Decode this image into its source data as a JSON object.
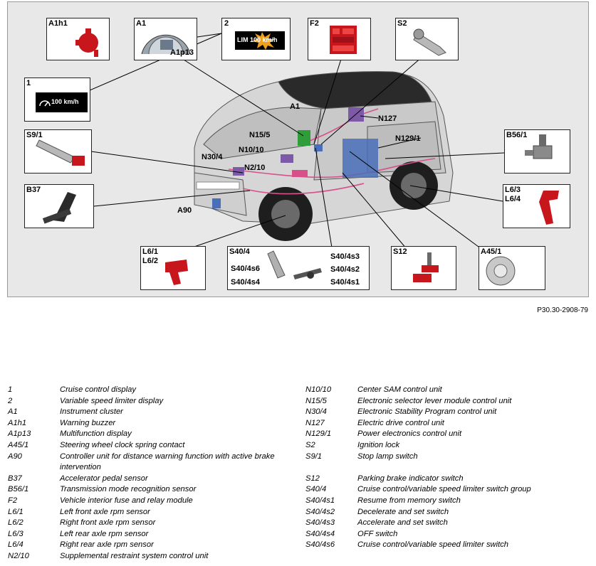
{
  "figure_ref": "P30.30-2908-79",
  "callouts": {
    "A1h1": "A1h1",
    "A1": "A1",
    "A1p13": "A1p13",
    "c2": "2",
    "F2": "F2",
    "S2": "S2",
    "c1": "1",
    "S9_1": "S9/1",
    "B37": "B37",
    "B56_1": "B56/1",
    "L6_3_4": "L6/3\nL6/4",
    "A1_car": "A1",
    "N127": "N127",
    "N15_5": "N15/5",
    "N129_1": "N129/1",
    "N10_10": "N10/10",
    "N30_4": "N30/4",
    "N2_10": "N2/10",
    "A90": "A90",
    "L6_1_2": "L6/1\nL6/2",
    "S40_4": "S40/4",
    "S40_4s6": "S40/4s6",
    "S40_4s4": "S40/4s4",
    "S40_4s3": "S40/4s3",
    "S40_4s2": "S40/4s2",
    "S40_4s1": "S40/4s1",
    "S12": "S12",
    "A45_1": "A45/1"
  },
  "display_texts": {
    "speed_limit": "LIM 100 km/h",
    "cruise": "100 km/h"
  },
  "legend_left": [
    {
      "key": "1",
      "value": "Cruise control display"
    },
    {
      "key": "2",
      "value": "Variable speed limiter display"
    },
    {
      "key": "A1",
      "value": "Instrument cluster"
    },
    {
      "key": "A1h1",
      "value": "Warning buzzer"
    },
    {
      "key": "A1p13",
      "value": "Multifunction display"
    },
    {
      "key": "A45/1",
      "value": "Steering wheel clock spring contact"
    },
    {
      "key": "A90",
      "value": "Controller unit for distance warning function with active brake intervention"
    },
    {
      "key": "B37",
      "value": "Accelerator pedal sensor"
    },
    {
      "key": "B56/1",
      "value": "Transmission mode recognition sensor"
    },
    {
      "key": "F2",
      "value": "Vehicle interior fuse and relay module"
    },
    {
      "key": "L6/1",
      "value": "Left front axle rpm sensor"
    },
    {
      "key": "L6/2",
      "value": "Right front axle rpm sensor"
    },
    {
      "key": "L6/3",
      "value": "Left rear axle rpm sensor"
    },
    {
      "key": "L6/4",
      "value": "Right rear axle rpm sensor"
    },
    {
      "key": "N2/10",
      "value": "Supplemental restraint system control unit"
    }
  ],
  "legend_right": [
    {
      "key": "N10/10",
      "value": "Center SAM control unit"
    },
    {
      "key": "N15/5",
      "value": "Electronic selector lever module control unit"
    },
    {
      "key": "N30/4",
      "value": "Electronic Stability Program control unit"
    },
    {
      "key": "N127",
      "value": "Electric drive control unit"
    },
    {
      "key": "N129/1",
      "value": "Power electronics control unit"
    },
    {
      "key": "S2",
      "value": "Ignition lock"
    },
    {
      "key": "S9/1",
      "value": "Stop lamp switch"
    },
    {
      "key": "",
      "value": ""
    },
    {
      "key": "S12",
      "value": "Parking brake indicator switch"
    },
    {
      "key": "S40/4",
      "value": "Cruise control/variable speed limiter switch group"
    },
    {
      "key": "S40/4s1",
      "value": "Resume from memory switch"
    },
    {
      "key": "S40/4s2",
      "value": "Decelerate and set switch"
    },
    {
      "key": "S40/4s3",
      "value": "Accelerate and set switch"
    },
    {
      "key": "S40/4s4",
      "value": "OFF switch"
    },
    {
      "key": "S40/4s6",
      "value": "Cruise control/variable speed limiter switch"
    }
  ],
  "colors": {
    "component_red": "#c8161d",
    "ecu_blue": "#4a6fb8",
    "ecu_purple": "#7d5aa8",
    "module_green": "#2f9e3a",
    "wire_pink": "#d8508a",
    "panel_bg": "#e8e8e8"
  }
}
